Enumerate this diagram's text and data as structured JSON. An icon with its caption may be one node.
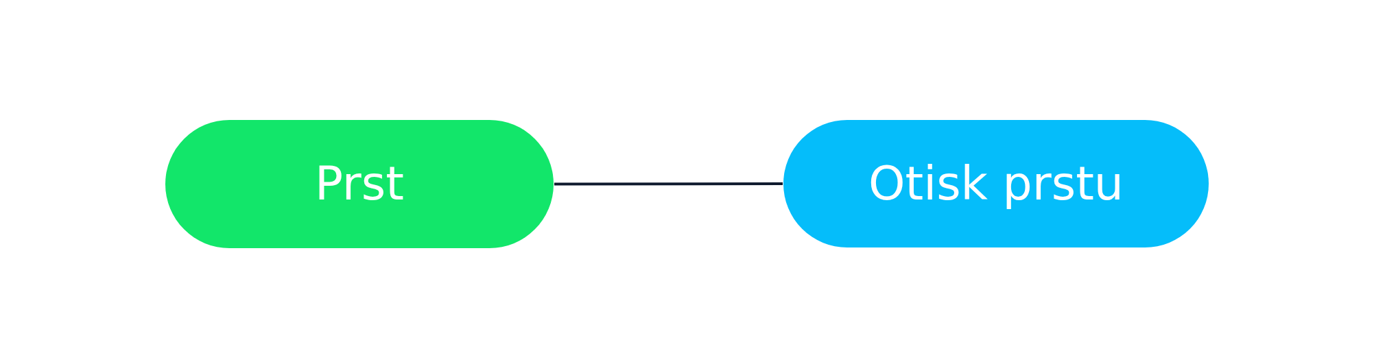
{
  "diagram": {
    "nodes": [
      {
        "text": [
          "Prst"
        ]
      },
      {
        "text": [
          "Otisk prstu"
        ]
      }
    ],
    "edges": [
      {
        "from": 0,
        "to": 1,
        "arrow": "none"
      }
    ]
  }
}
